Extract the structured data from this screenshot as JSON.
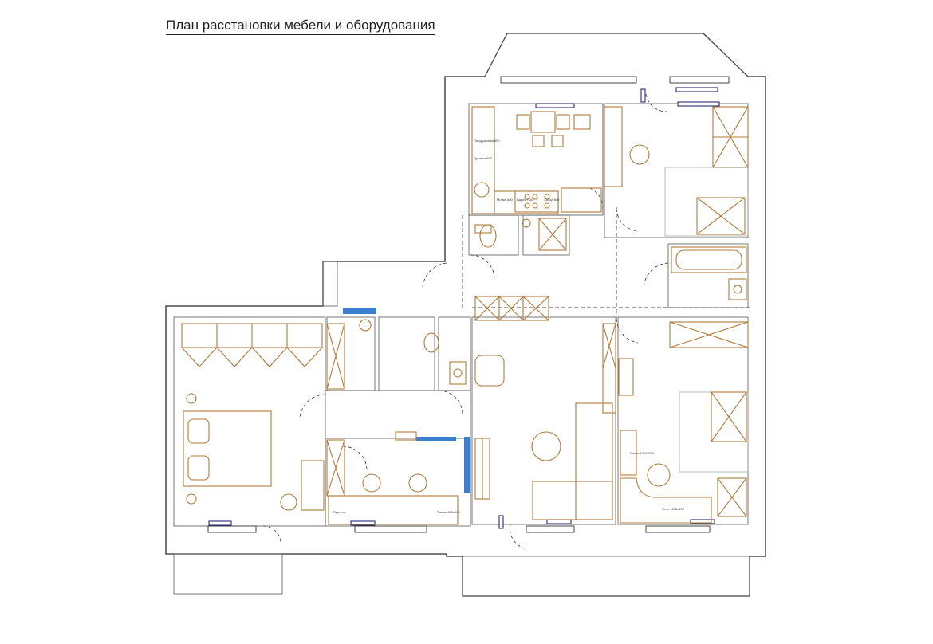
{
  "title": "План расстановки мебели и оборудования",
  "labels": {
    "fridge": "Посудомойка 600",
    "oven": "Духовка 600",
    "sink": "Мойка 600",
    "dishwasher": "Варочн 600",
    "washer": "Холод 600",
    "printer": "Принтер",
    "desk_a": "Трюмо 600x600",
    "desk_b": "Полки 1000x500",
    "shelf": "Стол 1200x600"
  },
  "colors": {
    "wall": "#2b2b2b",
    "furniture": "#b07a3a",
    "radiator": "#2a2a7a",
    "glass": "#3a7fd0"
  }
}
